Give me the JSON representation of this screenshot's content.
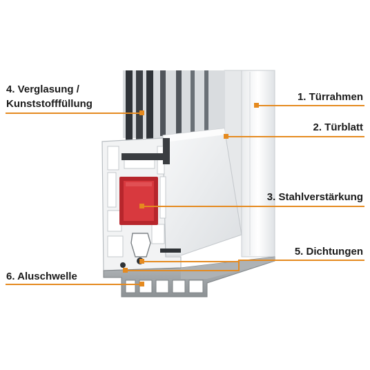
{
  "colors": {
    "accent": "#e58a1f",
    "steel": "#c0272d",
    "pvc": "#f2f3f4",
    "alu": "#9fa3a6",
    "glass": "#3b3f44"
  },
  "labels": {
    "verglasung": [
      "4. Verglasung /",
      "Kunststofffüllung"
    ],
    "tuerrahmen": "1. Türrahmen",
    "tuerblatt": "2. Türblatt",
    "stahl": "3. Stahlverstärkung",
    "dichtungen": "5. Dichtungen",
    "aluschwelle": "6. Aluschwelle"
  }
}
